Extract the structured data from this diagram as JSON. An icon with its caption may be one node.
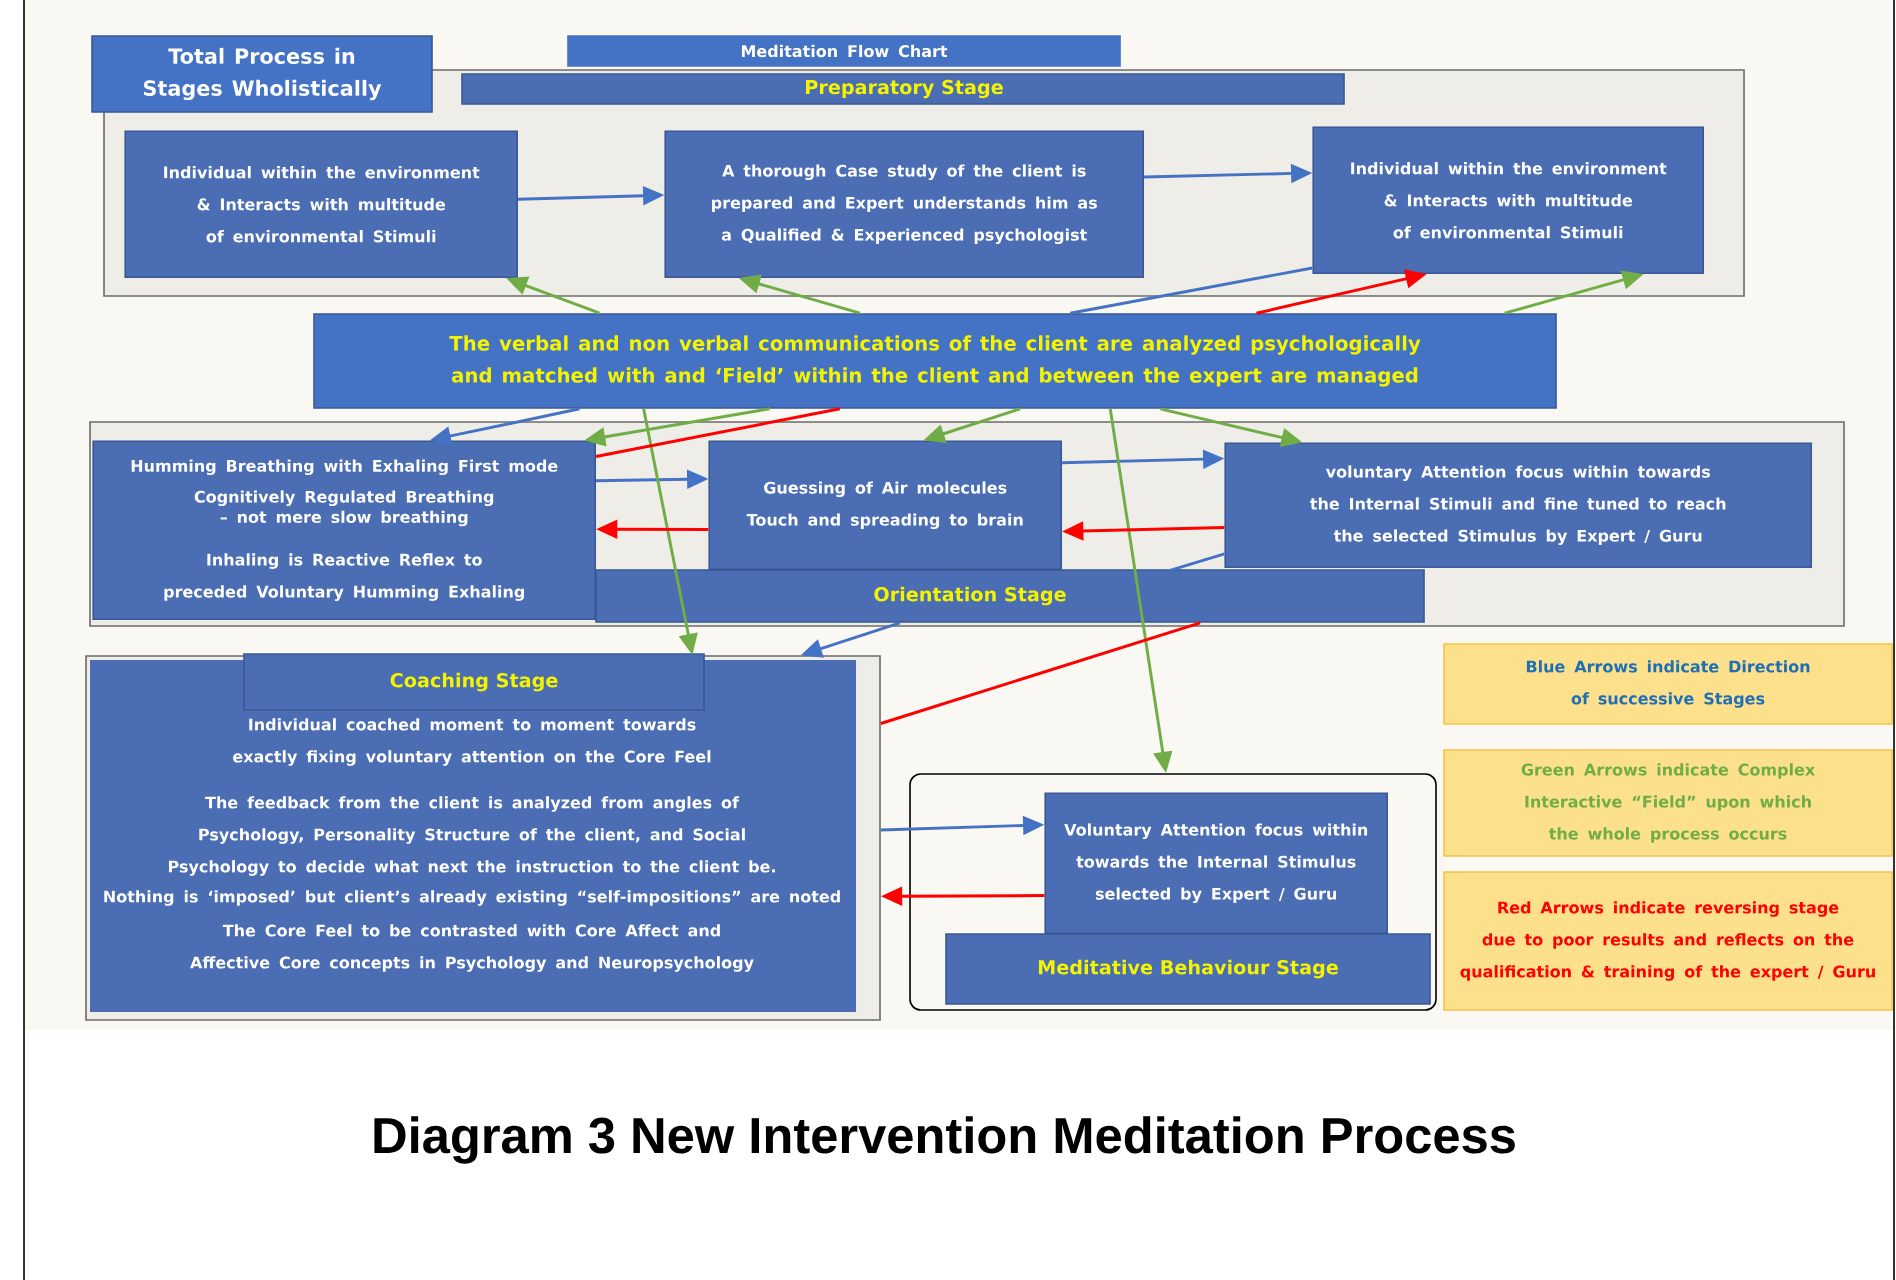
{
  "diagram": {
    "caption": "Diagram 3 New Intervention Meditation Process",
    "nodes": [
      {
        "text": [
          "Total Process in Stages Wholistically"
        ]
      },
      {
        "text": [
          "Meditation Flow Chart"
        ]
      },
      {
        "text": [
          "Preparatory Stage"
        ]
      },
      {
        "text": [
          "Individual within the environment & Interacts with multitude of environmental Stimuli"
        ],
        "in": 2
      },
      {
        "text": [
          "A thorough Case study of the client is prepared and Expert understands him as a Qualified & Experienced psychologist"
        ],
        "in": 2
      },
      {
        "text": [
          "Individual within the environment & Interacts with multitude of environmental Stimuli"
        ],
        "in": 2
      },
      {
        "text": [
          "The verbal and non verbal communications of the client are analyzed psychologically and matched with and ‘Field’ within the client and between the expert are managed"
        ]
      },
      {
        "text": [
          "Orientation Stage"
        ]
      },
      {
        "text": [
          "Humming Breathing with Exhaling First mode",
          "Cognitively Regulated Breathing – not mere slow breathing",
          "Inhaling is Reactive Reflex to preceded Voluntary Humming Exhaling"
        ],
        "in": 7
      },
      {
        "text": [
          "Guessing of Air molecules Touch and spreading to brain"
        ],
        "in": 7
      },
      {
        "text": [
          "voluntary Attention focus within towards the Internal Stimuli and fine tuned to reach the selected Stimulus by Expert / Guru"
        ],
        "in": 7
      },
      {
        "text": [
          "Coaching Stage",
          "Individual coached moment to moment towards exactly fixing voluntary attention on the Core Feel",
          "The feedback from the client is analyzed from angles of Psychology, Personality Structure of the client, and Social Psychology to decide what next the instruction to the client be.",
          "Nothing is ‘imposed’ but client’s already existing “self-impositions” are noted",
          "The Core Feel to be contrasted with Core Affect and Affective Core concepts in Psychology and Neuropsychology"
        ]
      },
      {
        "text": [
          "Meditative Behaviour Stage"
        ]
      },
      {
        "text": [
          "Voluntary Attention focus within towards the Internal Stimulus selected by Expert / Guru"
        ],
        "in": 12
      },
      {
        "text": [
          "Blue Arrows indicate Direction of successive Stages"
        ]
      },
      {
        "text": [
          "Green Arrows indicate Complex Interactive “Field” upon which the whole process occurs"
        ]
      },
      {
        "text": [
          "Red Arrows indicate reversing stage due to poor results and reflects on the qualification & training of the expert / Guru"
        ]
      }
    ],
    "edges": [
      {
        "from": 3,
        "to": 4,
        "arrow": "to"
      },
      {
        "from": 4,
        "to": 5,
        "arrow": "to"
      },
      {
        "from": 5,
        "to": 6,
        "arrow": "none"
      },
      {
        "from": 6,
        "to": 8,
        "arrow": "to"
      },
      {
        "from": 8,
        "to": 9,
        "arrow": "to"
      },
      {
        "from": 9,
        "to": 10,
        "arrow": "to"
      },
      {
        "from": 10,
        "to": 7,
        "arrow": "none"
      },
      {
        "from": 7,
        "to": 11,
        "arrow": "to"
      },
      {
        "from": 11,
        "to": 13,
        "arrow": "to"
      },
      {
        "from": 6,
        "to": 3,
        "arrow": "to",
        "color": "#70ad47"
      },
      {
        "from": 6,
        "to": 4,
        "arrow": "to",
        "color": "#70ad47"
      },
      {
        "from": 6,
        "to": 5,
        "arrow": "to",
        "color": "#70ad47"
      },
      {
        "from": 6,
        "to": 8,
        "arrow": "to",
        "color": "#70ad47"
      },
      {
        "from": 6,
        "to": 9,
        "arrow": "to",
        "color": "#70ad47"
      },
      {
        "from": 6,
        "to": 10,
        "arrow": "to",
        "color": "#70ad47"
      },
      {
        "from": 6,
        "to": 11,
        "arrow": "to",
        "color": "#70ad47"
      },
      {
        "from": 6,
        "to": 12,
        "arrow": "to",
        "color": "#70ad47"
      },
      {
        "from": 6,
        "to": 5,
        "arrow": "to",
        "color": "#ff0000"
      },
      {
        "from": 8,
        "to": 6,
        "arrow": "none",
        "color": "#ff0000"
      },
      {
        "from": 9,
        "to": 8,
        "arrow": "to",
        "color": "#ff0000"
      },
      {
        "from": 10,
        "to": 9,
        "arrow": "to",
        "color": "#ff0000"
      },
      {
        "from": 11,
        "to": 7,
        "arrow": "none",
        "color": "#ff0000"
      },
      {
        "from": 13,
        "to": 11,
        "arrow": "to",
        "color": "#ff0000"
      }
    ]
  }
}
